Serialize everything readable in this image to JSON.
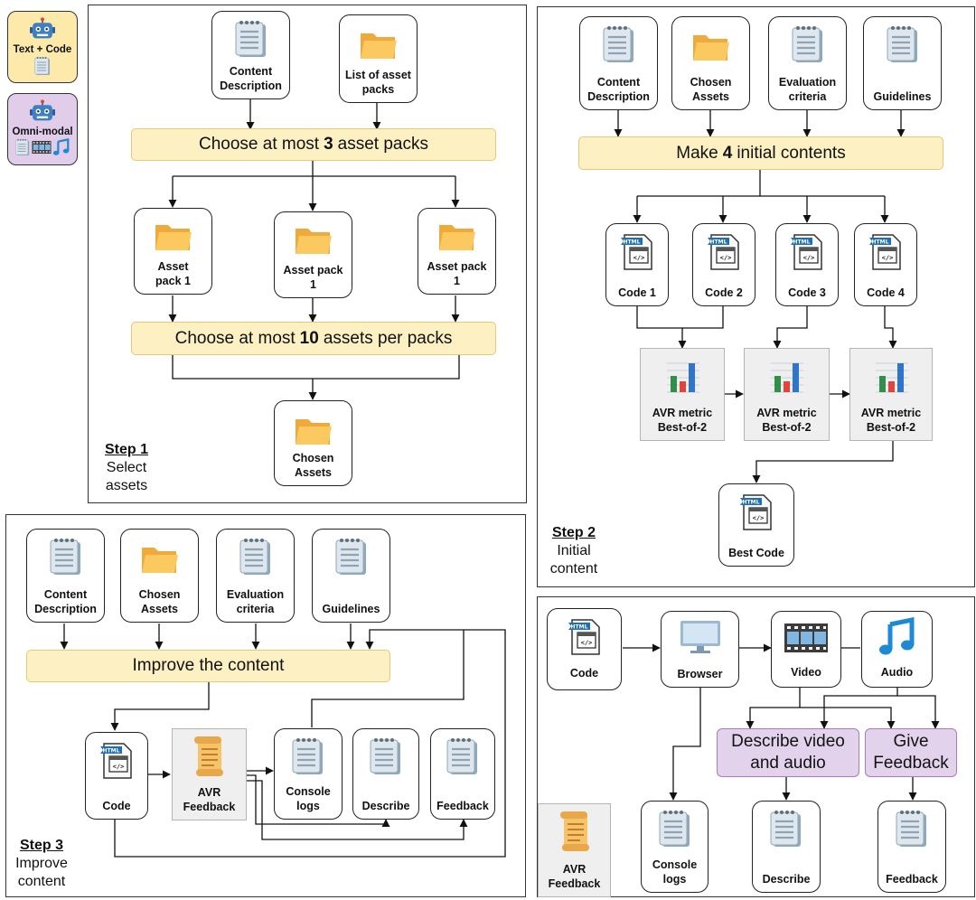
{
  "legend": {
    "text_code": "Text + Code",
    "omni_modal": "Omni-modal"
  },
  "step1": {
    "title": "Step 1",
    "sub1": "Select",
    "sub2": "assets",
    "inputs": [
      "Content Description",
      "List of asset packs"
    ],
    "bar_choose_packs": {
      "pre": "Choose at most",
      "num": "3",
      "post": "asset packs"
    },
    "packs": [
      "Asset pack 1",
      "Asset pack 1",
      "Asset pack 1"
    ],
    "bar_choose_assets": {
      "pre": "Choose at most",
      "num": "10",
      "post": "assets per packs"
    },
    "output": "Chosen Assets"
  },
  "step2": {
    "title": "Step 2",
    "sub1": "Initial",
    "sub2": "content",
    "inputs": [
      "Content Description",
      "Chosen Assets",
      "Evaluation criteria",
      "Guidelines"
    ],
    "bar_make": {
      "pre": "Make",
      "num": "4",
      "post": "initial contents"
    },
    "codes": [
      "Code 1",
      "Code 2",
      "Code 3",
      "Code 4"
    ],
    "metrics": [
      "AVR metric Best-of-2",
      "AVR metric Best-of-2",
      "AVR metric Best-of-2"
    ],
    "output": "Best Code"
  },
  "step3": {
    "title": "Step 3",
    "sub1": "Improve",
    "sub2": "content",
    "inputs": [
      "Content Description",
      "Chosen Assets",
      "Evaluation criteria",
      "Guidelines"
    ],
    "bar_improve": "Improve the content",
    "code": "Code",
    "avr_feedback": "AVR Feedback",
    "outputs": [
      "Console logs",
      "Describe",
      "Feedback"
    ]
  },
  "step4": {
    "code": "Code",
    "browser": "Browser",
    "video": "Video",
    "audio": "Audio",
    "describe_box": "Describe video and audio",
    "feedback_box": "Give Feedback",
    "avr_feedback": "AVR Feedback",
    "outputs": [
      "Console logs",
      "Describe",
      "Feedback"
    ]
  },
  "icons": {
    "document": "notepad-icon",
    "folder": "folder-icon",
    "html": "html-file-icon",
    "chart": "bar-chart-icon",
    "scroll": "scroll-icon",
    "monitor": "monitor-icon",
    "film": "film-icon",
    "music": "music-note-icon",
    "robot": "robot-icon"
  },
  "colors": {
    "bar_fill": "#fdf0c2",
    "purple_fill": "#e3d2ec",
    "legend_text_code": "#fde9a9",
    "legend_omni": "#e1cdea"
  }
}
